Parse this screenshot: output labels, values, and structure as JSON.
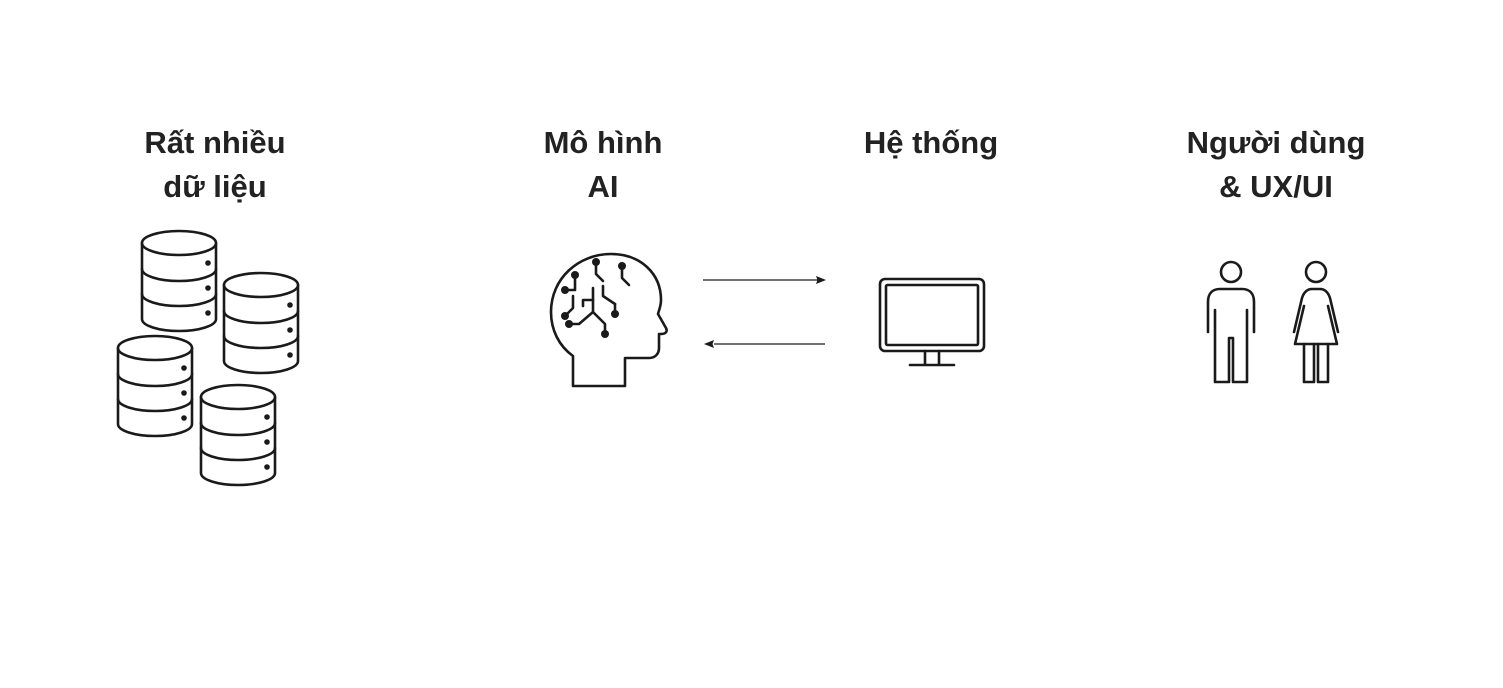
{
  "nodes": [
    {
      "id": "data",
      "lines": [
        "Rất nhiều",
        "dữ liệu"
      ],
      "icon": "database-stack-icon"
    },
    {
      "id": "ai-model",
      "lines": [
        "Mô hình",
        "AI"
      ],
      "icon": "ai-brain-head-icon"
    },
    {
      "id": "system",
      "lines": [
        "Hệ thống"
      ],
      "icon": "monitor-icon"
    },
    {
      "id": "users",
      "lines": [
        "Người dùng",
        "& UX/UI"
      ],
      "icon": "people-icon"
    }
  ],
  "arrows": [
    {
      "from": "ai-model",
      "to": "system"
    },
    {
      "from": "system",
      "to": "ai-model"
    }
  ],
  "colors": {
    "ink": "#1a1a1a",
    "text": "#222222",
    "background": "#ffffff"
  }
}
